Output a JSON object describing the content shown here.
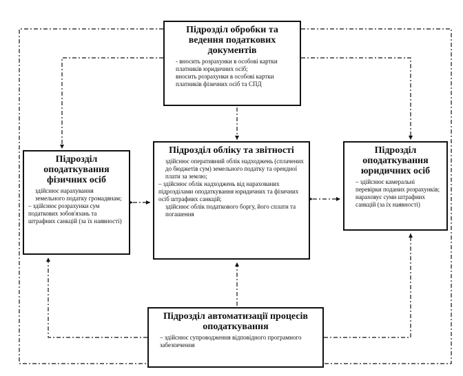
{
  "boxes": {
    "top": {
      "title": "Підрозділ обробки та ведення податкових документів",
      "items": [
        "- вносить розрахунки в особові картки платників юридичних осіб;",
        "вносить розрахунки в особові картки платників фізичних осіб та СПД"
      ]
    },
    "left": {
      "title": "Підрозділ оподаткування фізичних осіб",
      "items": [
        "здійснює нарахування земельного податку громадянам;",
        "– здійснює розрахунки сум податкових зобов'язань та штрафних санкцій (за їх наявності)"
      ]
    },
    "middle": {
      "title": "Підрозділ обліку та звітності",
      "items": [
        "здійснює оперативний облік надходжень (сплачених до бюджетів сум) земельного податку та орендної плати за землю;",
        "– здійснює облік надходжень від нарахованих підрозділами оподаткування юридичних та фізичних осіб штрафних санкцій;",
        "здійснює облік податкового боргу, його сплати та погашення"
      ]
    },
    "right": {
      "title": "Підрозділ оподаткування юридичних осіб",
      "items": [
        "– здійснює камеральні перевірки поданих розрахунків;",
        "нараховує суми штрафних санкцій (за їх наявності)"
      ]
    },
    "bottom": {
      "title": "Підрозділ автоматизації процесів оподаткування",
      "items": [
        "– здійснює супроводження відповідного програмного забезпечення"
      ]
    }
  }
}
